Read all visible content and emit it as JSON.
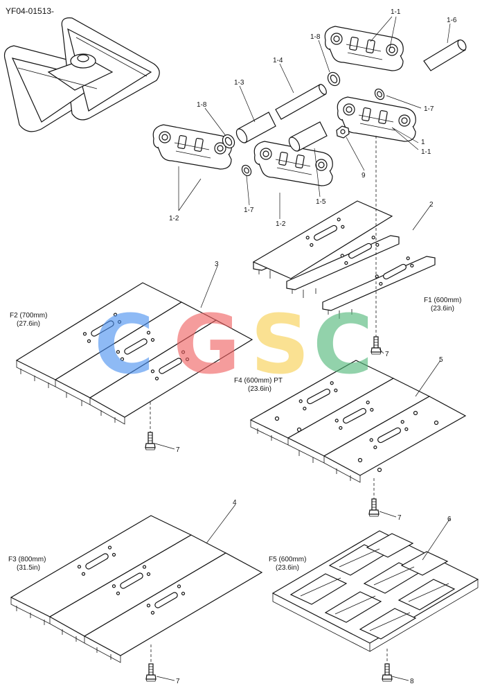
{
  "drawing_code": "YF04-01513-",
  "watermark": {
    "letters": [
      "C",
      "G",
      "S",
      "C"
    ],
    "colors": [
      "#4a90f0",
      "#f06060",
      "#f8d050",
      "#50b878"
    ]
  },
  "callouts": {
    "c1_1a": "1-1",
    "c1_1b": "1-1",
    "c1_6": "1-6",
    "c1_8a": "1-8",
    "c1_4": "1-4",
    "c1_3": "1-3",
    "c1_8b": "1-8",
    "c1_7a": "1-7",
    "c1": "1",
    "c9": "9",
    "c1_5": "1-5",
    "c1_2a": "1-2",
    "c1_7b": "1-7",
    "c1_2b": "1-2",
    "c2": "2",
    "c3": "3",
    "c5": "5",
    "c4": "4",
    "c6": "6",
    "c7a": "7",
    "c7b": "7",
    "c7c": "7",
    "c7d": "7",
    "c8": "8"
  },
  "shoes": {
    "f1_name": "F1 (600mm)",
    "f1_size": "(23.6in)",
    "f2_name": "F2 (700mm)",
    "f2_size": "(27.6in)",
    "f3_name": "F3 (800mm)",
    "f3_size": "(31.5in)",
    "f4_name": "F4 (600mm) PT",
    "f4_size": "(23.6in)",
    "f5_name": "F5 (600mm)",
    "f5_size": "(23.6in)"
  }
}
